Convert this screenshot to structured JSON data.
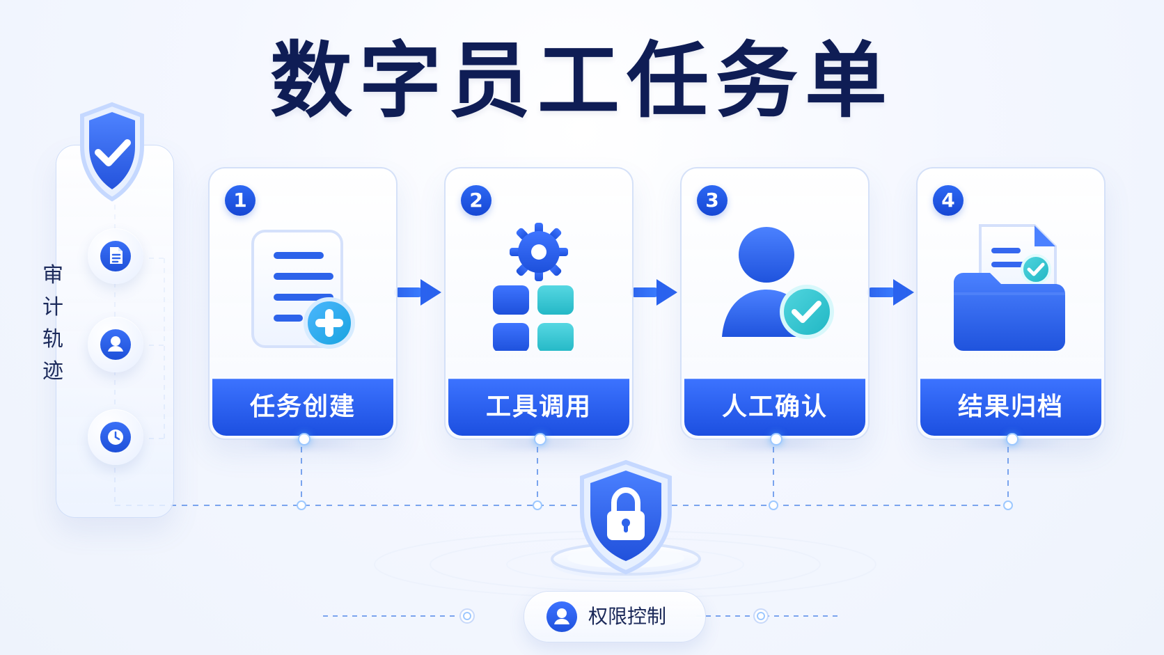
{
  "title": "数字员工任务单",
  "audit": {
    "label": "审计轨迹"
  },
  "steps": [
    {
      "number": "1",
      "label": "任务创建"
    },
    {
      "number": "2",
      "label": "工具调用"
    },
    {
      "number": "3",
      "label": "人工确认"
    },
    {
      "number": "4",
      "label": "结果归档"
    }
  ],
  "permission": {
    "label": "权限控制"
  },
  "colors": {
    "title": "#0f1d55",
    "primary_blue": "#2457e8",
    "secondary_blue": "#5d8eff",
    "teal": "#37c9d4",
    "light_border": "#d3dff8",
    "background": "#f4f7ff"
  },
  "icons": {
    "audit_badge": "shield-check-icon",
    "audit_item_1": "document-icon",
    "audit_item_2": "user-icon",
    "audit_item_3": "clock-icon",
    "step_1": "document-plus-icon",
    "step_2": "gear-grid-icon",
    "step_3": "user-check-icon",
    "step_4": "folder-check-icon",
    "permission_badge": "lock-shield-icon",
    "permission_pill": "user-icon"
  }
}
